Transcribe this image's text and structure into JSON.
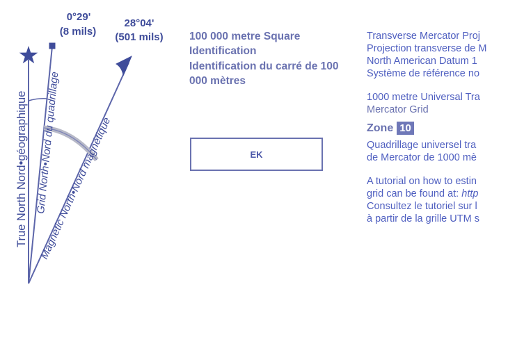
{
  "declination": {
    "grid_angle": "0°29'",
    "grid_mils": "(8 mils)",
    "magnetic_angle": "28°04'",
    "magnetic_mils": "(501 mils)"
  },
  "lines": {
    "true_north": "True North Nord•géographique",
    "grid_north": "Grid North•Nord du quadrillage",
    "magnetic_north": "Magnetic North•Nord magnétique"
  },
  "identification": {
    "en": "100 000 metre Square Identification",
    "fr": "Identification du carré de 100 000 mètres",
    "square_code": "EK"
  },
  "notes": {
    "projection_en": "Transverse Mercator Proj",
    "projection_fr": "Projection transverse de M",
    "datum_en": "North American Datum 1",
    "datum_fr": "Système de référence no",
    "grid_en_line1": "1000 metre Universal Tra",
    "grid_en_line2": "Mercator Grid",
    "zone_label": "Zone",
    "zone_number": "10",
    "grid_fr_line1": "Quadrillage universel tra",
    "grid_fr_line2": "de Mercator de 1000 mè",
    "tutorial_line1": "A tutorial on how to estin",
    "tutorial_line2": "grid can be found at:",
    "tutorial_link": "http",
    "tutorial_line3": "Consultez le tutoriel sur l",
    "tutorial_line4": "à partir de la grille UTM s"
  },
  "colors": {
    "primary": "#3f4c9a",
    "secondary": "#6a72b0",
    "arc": "#b7b9c7"
  }
}
